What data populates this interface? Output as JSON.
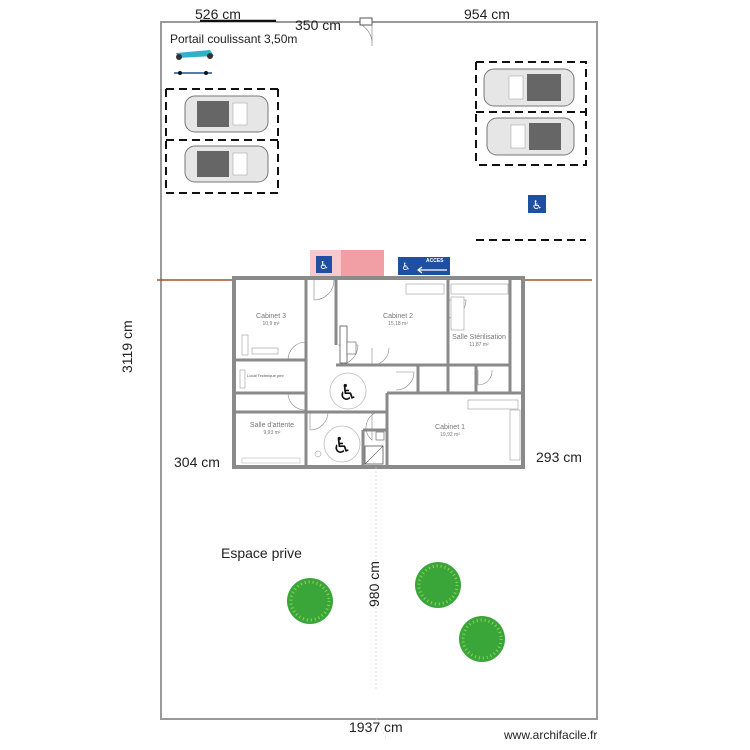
{
  "dimensions": {
    "top_left": "526 cm",
    "top_mid": "350 cm",
    "top_right": "954 cm",
    "left": "3119 cm",
    "left_house": "304 cm",
    "right_house": "293 cm",
    "garden_vertical": "980 cm",
    "bottom": "1937 cm"
  },
  "labels": {
    "gate": "Portail coulissant 3,50m",
    "private_space": "Espace prive",
    "access_sign": "ACCES",
    "watermark": "www.archifacile.fr"
  },
  "rooms": [
    {
      "name": "Cabinet 3",
      "area": "10,9 m²"
    },
    {
      "name": "Cabinet 2",
      "area": "15,18 m²"
    },
    {
      "name": "Salle Stérilisation",
      "area": "11,87 m²"
    },
    {
      "name": "Local Technique pmr",
      "area": ""
    },
    {
      "name": "Salle d'attente",
      "area": "9,93 m²"
    },
    {
      "name": "Cabinet 1",
      "area": "19,92 m²"
    }
  ],
  "colors": {
    "wall": "#8a8a8a",
    "parking_pink": "#f19fa4",
    "pmr_blue": "#1e4fa0",
    "tree_green": "#3aa63a",
    "boundary_line": "#a0522d"
  }
}
